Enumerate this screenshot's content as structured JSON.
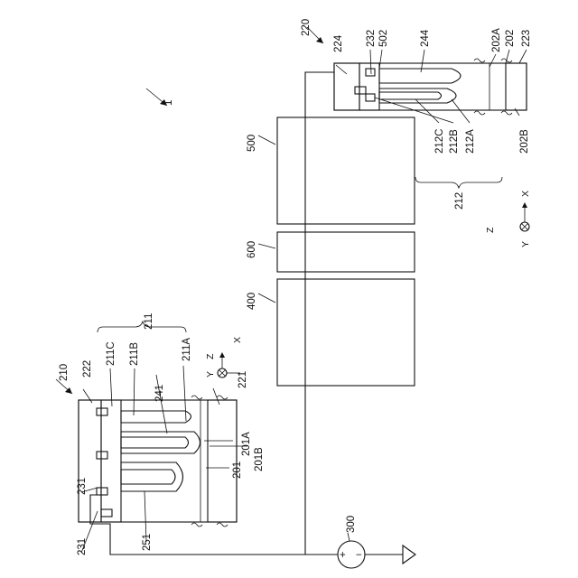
{
  "labels": {
    "fig": "1",
    "a210": "210",
    "a211": "211",
    "a211A": "211A",
    "a211B": "211B",
    "a211C": "211C",
    "a222": "222",
    "a221": "221",
    "a241": "241",
    "a231a": "231",
    "a231b": "231",
    "a251": "251",
    "a201": "201",
    "a201A": "201A",
    "a201B": "201B",
    "a220": "220",
    "a224": "224",
    "a232": "232",
    "a502": "502",
    "a244": "244",
    "a202A": "202A",
    "a202": "202",
    "a223": "223",
    "a202B": "202B",
    "a212": "212",
    "a212A": "212A",
    "a212B": "212B",
    "a212C": "212C",
    "a500": "500",
    "a600": "600",
    "a400": "400",
    "a300": "300"
  },
  "axes": {
    "left": {
      "z": "Z",
      "x": "X",
      "y": "Y"
    },
    "right": {
      "z": "Z",
      "x": "X",
      "y": "Y"
    }
  },
  "symbols": {
    "plus": "+",
    "minus": "−"
  }
}
